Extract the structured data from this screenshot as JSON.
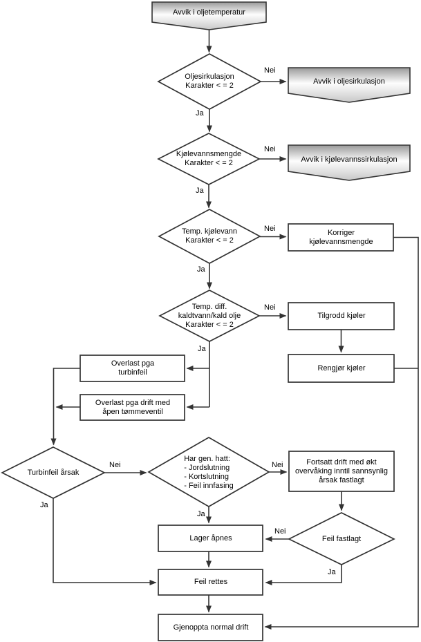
{
  "flowchart": {
    "terminators": {
      "start": {
        "label": "Avvik i oljetemperatur"
      },
      "avvik_oljesirkulasjon": {
        "label": "Avvik i oljesirkulasjon"
      },
      "avvik_kjolevannssirkulasjon": {
        "label": "Avvik i kjølevannssirkulasjon"
      }
    },
    "decisions": {
      "oljesirkulasjon": {
        "label": "Oljesirkulasjon\nKarakter < = 2"
      },
      "kjolevannsmengde": {
        "label": "Kjølevannsmengde\nKarakter < = 2"
      },
      "temp_kjolevann": {
        "label": "Temp. kjølevann\nKarakter < = 2"
      },
      "temp_diff": {
        "label": "Temp. diff.\nkaldtvann/kald olje\nKarakter < = 2"
      },
      "turbinfeil_arsak": {
        "label": "Turbinfeil årsak"
      },
      "har_gen_hatt": {
        "label": "Har gen. hatt:\n- Jordslutning\n- Kortslutning\n- Feil innfasing"
      },
      "feil_fastlagt": {
        "label": "Feil fastlagt"
      }
    },
    "processes": {
      "korriger_kjolevannsmengde": {
        "label": "Korriger\nkjølevannsmengde"
      },
      "tilgrodd_kjoler": {
        "label": "Tilgrodd kjøler"
      },
      "rengjor_kjoler": {
        "label": "Rengjør kjøler"
      },
      "overlast_turbinfeil": {
        "label": "Overlast pga\nturbinfeil"
      },
      "overlast_tommeventil": {
        "label": "Overlast pga drift med\nåpen tømmeventil"
      },
      "fortsatt_drift": {
        "label": "Fortsatt drift med økt\novervåking inntil sannsynlig\nårsak fastlagt"
      },
      "lager_apnes": {
        "label": "Lager åpnes"
      },
      "feil_rettes": {
        "label": "Feil rettes"
      },
      "gjenoppta_normal_drift": {
        "label": "Gjenoppta normal drift"
      }
    },
    "branch_labels": {
      "yes": "Ja",
      "no": "Nei"
    },
    "colors": {
      "node_fill": "#ffffff",
      "node_stroke": "#333333",
      "text": "#000000",
      "background": "#ffffff",
      "terminator_top": "#999999",
      "terminator_mid": "#fdfdfd",
      "terminator_bottom": "#c8c8c8"
    }
  }
}
